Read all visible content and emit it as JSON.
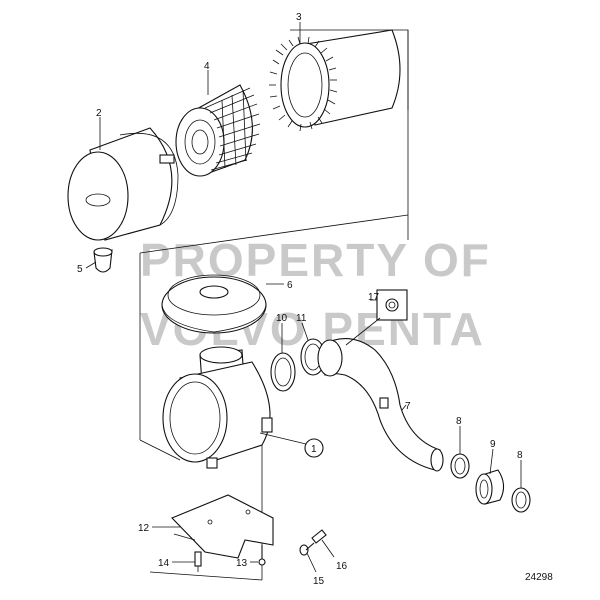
{
  "watermark": {
    "line1": "PROPERTY OF",
    "line2": "VOLVO PENTA"
  },
  "reference_number": "24298",
  "callouts": {
    "c1": "1",
    "c2": "2",
    "c3": "3",
    "c4": "4",
    "c5": "5",
    "c6": "6",
    "c7": "7",
    "c8a": "8",
    "c8b": "8",
    "c9": "9",
    "c10": "10",
    "c11": "11",
    "c12": "12",
    "c13": "13",
    "c14": "14",
    "c15": "15",
    "c16": "16",
    "c17": "17"
  }
}
